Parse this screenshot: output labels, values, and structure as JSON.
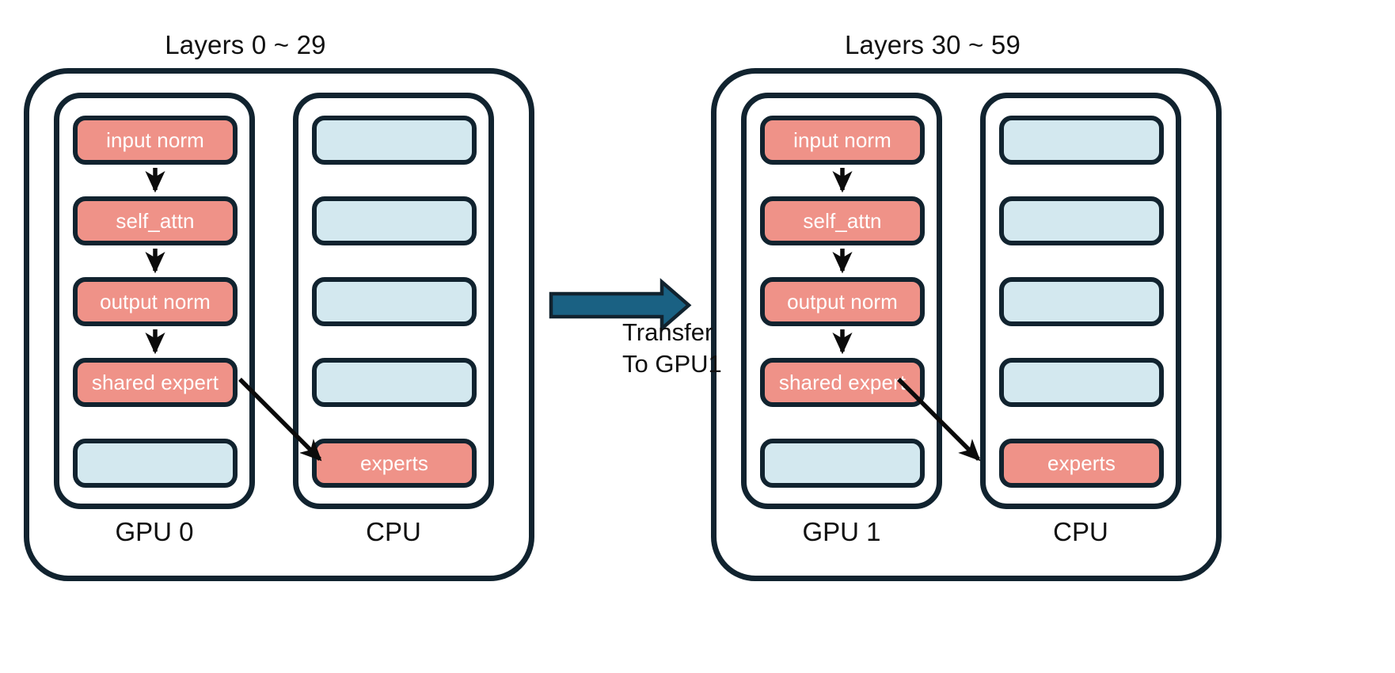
{
  "diagram": {
    "title_left": "Layers 0 ~ 29",
    "title_right": "Layers 30 ~ 59",
    "colors": {
      "outline": "#11232f",
      "salmon": "#ef9288",
      "light_blue": "#d3e8ef",
      "arrow_teal": "#1a6183",
      "background": "#ffffff",
      "text_dark": "#101010",
      "text_on_block": "#ffffff"
    },
    "transfer": {
      "line1": "Transfer",
      "line2": "To GPU1"
    },
    "groups": [
      {
        "id": "group-left",
        "title": "Layers 0 ~ 29",
        "lanes": [
          {
            "id": "lane-gpu0",
            "label": "GPU 0",
            "blocks": [
              {
                "label": "input norm",
                "kind": "salmon"
              },
              {
                "label": "self_attn",
                "kind": "salmon"
              },
              {
                "label": "output norm",
                "kind": "salmon"
              },
              {
                "label": "shared expert",
                "kind": "salmon"
              },
              {
                "label": "",
                "kind": "blue"
              }
            ]
          },
          {
            "id": "lane-cpu0",
            "label": "CPU",
            "blocks": [
              {
                "label": "",
                "kind": "blue"
              },
              {
                "label": "",
                "kind": "blue"
              },
              {
                "label": "",
                "kind": "blue"
              },
              {
                "label": "",
                "kind": "blue"
              },
              {
                "label": "experts",
                "kind": "salmon"
              }
            ]
          }
        ]
      },
      {
        "id": "group-right",
        "title": "Layers 30 ~ 59",
        "lanes": [
          {
            "id": "lane-gpu1",
            "label": "GPU 1",
            "blocks": [
              {
                "label": "input norm",
                "kind": "salmon"
              },
              {
                "label": "self_attn",
                "kind": "salmon"
              },
              {
                "label": "output norm",
                "kind": "salmon"
              },
              {
                "label": "shared expert",
                "kind": "salmon"
              },
              {
                "label": "",
                "kind": "blue"
              }
            ]
          },
          {
            "id": "lane-cpu1",
            "label": "CPU",
            "blocks": [
              {
                "label": "",
                "kind": "blue"
              },
              {
                "label": "",
                "kind": "blue"
              },
              {
                "label": "",
                "kind": "blue"
              },
              {
                "label": "",
                "kind": "blue"
              },
              {
                "label": "experts",
                "kind": "salmon"
              }
            ]
          }
        ]
      }
    ]
  }
}
